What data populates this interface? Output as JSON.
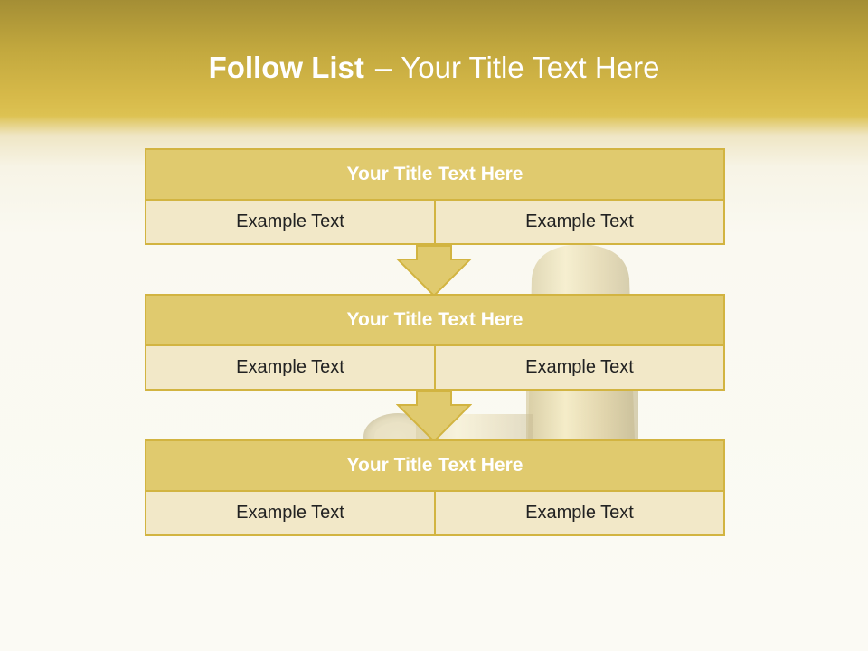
{
  "slide": {
    "title_bold": "Follow List",
    "title_separator": "–",
    "title_rest": "Your Title Text Here"
  },
  "blocks": [
    {
      "title": "Your Title Text Here",
      "left_text": "Example Text",
      "right_text": "Example Text"
    },
    {
      "title": "Your Title Text Here",
      "left_text": "Example Text",
      "right_text": "Example Text"
    },
    {
      "title": "Your Title Text Here",
      "left_text": "Example Text",
      "right_text": "Example Text"
    }
  ],
  "colors": {
    "header_fill": "#e0ca6e",
    "cell_fill": "#f2e8c8",
    "border": "#d2b441",
    "title_band": "#d6b949"
  },
  "icons": {
    "arrow": "down-arrow-icon",
    "background": "bullet-cartridge-image"
  }
}
